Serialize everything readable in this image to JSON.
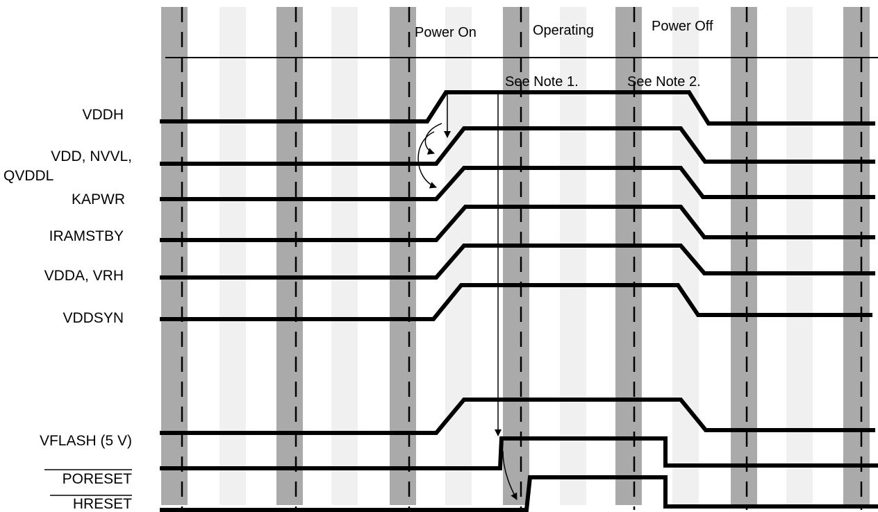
{
  "phases": {
    "power_on": "Power On",
    "operating": "Operating",
    "power_off": "Power Off"
  },
  "notes": {
    "note1": "See Note 1.",
    "note2": "See Note 2."
  },
  "signals": {
    "vddh": "VDDH",
    "vdd_line1": "VDD, NVVL,",
    "vdd_line2": "QVDDL",
    "kapwr": "KAPWR",
    "iramstby": "IRAMSTBY",
    "vdda": "VDDA, VRH",
    "vddsyn": "VDDSYN",
    "vflash": "VFLASH (5 V)",
    "poreset": "PORESET",
    "hreset": "HRESET"
  },
  "colors": {
    "dark_band": "#aaaaaa",
    "light_band": "#f0f0f0",
    "line": "#000000"
  }
}
